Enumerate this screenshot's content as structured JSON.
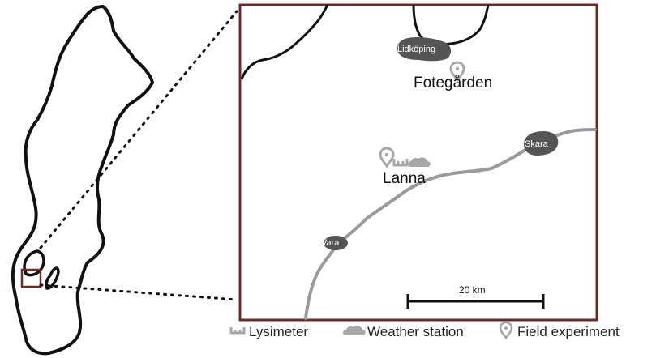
{
  "map": {
    "towns": {
      "lidkoping": "Lidköping",
      "skara": "Skara",
      "vara": "Vara"
    },
    "sites": {
      "fotegarden": "Fotegården",
      "lanna": "Lanna"
    },
    "scale_bar": {
      "label": "20 km"
    }
  },
  "legend": {
    "lysimeter": {
      "label": "Lysimeter",
      "icon": "lysimeter-icon"
    },
    "weather_station": {
      "label": "Weather station",
      "icon": "cloud-icon"
    },
    "field_experiment": {
      "label": "Field experiment",
      "icon": "location-pin-icon"
    }
  },
  "colors": {
    "frame": "#6b2b2b",
    "road": "#9a9a9a",
    "town": "#555555",
    "marker": "#a8a8a8",
    "outline": "#111111"
  }
}
